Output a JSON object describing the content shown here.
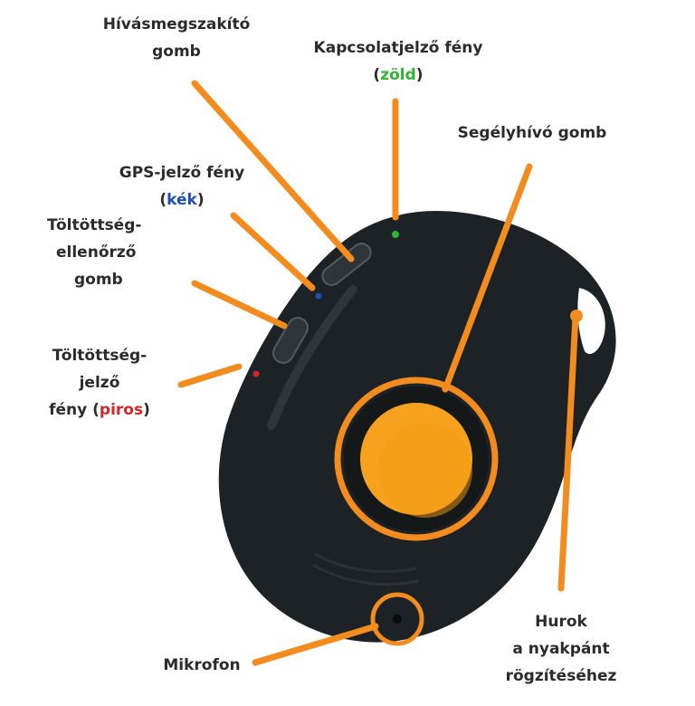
{
  "labels": {
    "hangup_button": [
      "Hívásmegszakító",
      "gomb"
    ],
    "connection_light": {
      "line1": "Kapcsolatjelző fény",
      "open": "(",
      "color_word": "zöld",
      "close": ")"
    },
    "sos_button": "Segélyhívó gomb",
    "gps_light": {
      "line1": "GPS-jelző fény",
      "open": "(",
      "color_word": "kék",
      "close": ")"
    },
    "battery_check_button": [
      "Töltöttség-",
      "ellenőrző",
      "gomb"
    ],
    "battery_light": {
      "line1": "Töltöttség-",
      "line2": "jelző",
      "line3_prefix": "fény (",
      "color_word": "piros",
      "close": ")"
    },
    "microphone": "Mikrofon",
    "lanyard_loop": [
      "Hurok",
      "a nyakpánt",
      "rögzítéséhez"
    ]
  },
  "colors": {
    "callout": "#f28c1e",
    "device_body": "#1d2226",
    "sos_button": "#f6a21e",
    "led_green": "#2fb52f",
    "led_blue": "#1f4fb5",
    "led_red": "#d42424",
    "text": "#2b2b2b"
  }
}
